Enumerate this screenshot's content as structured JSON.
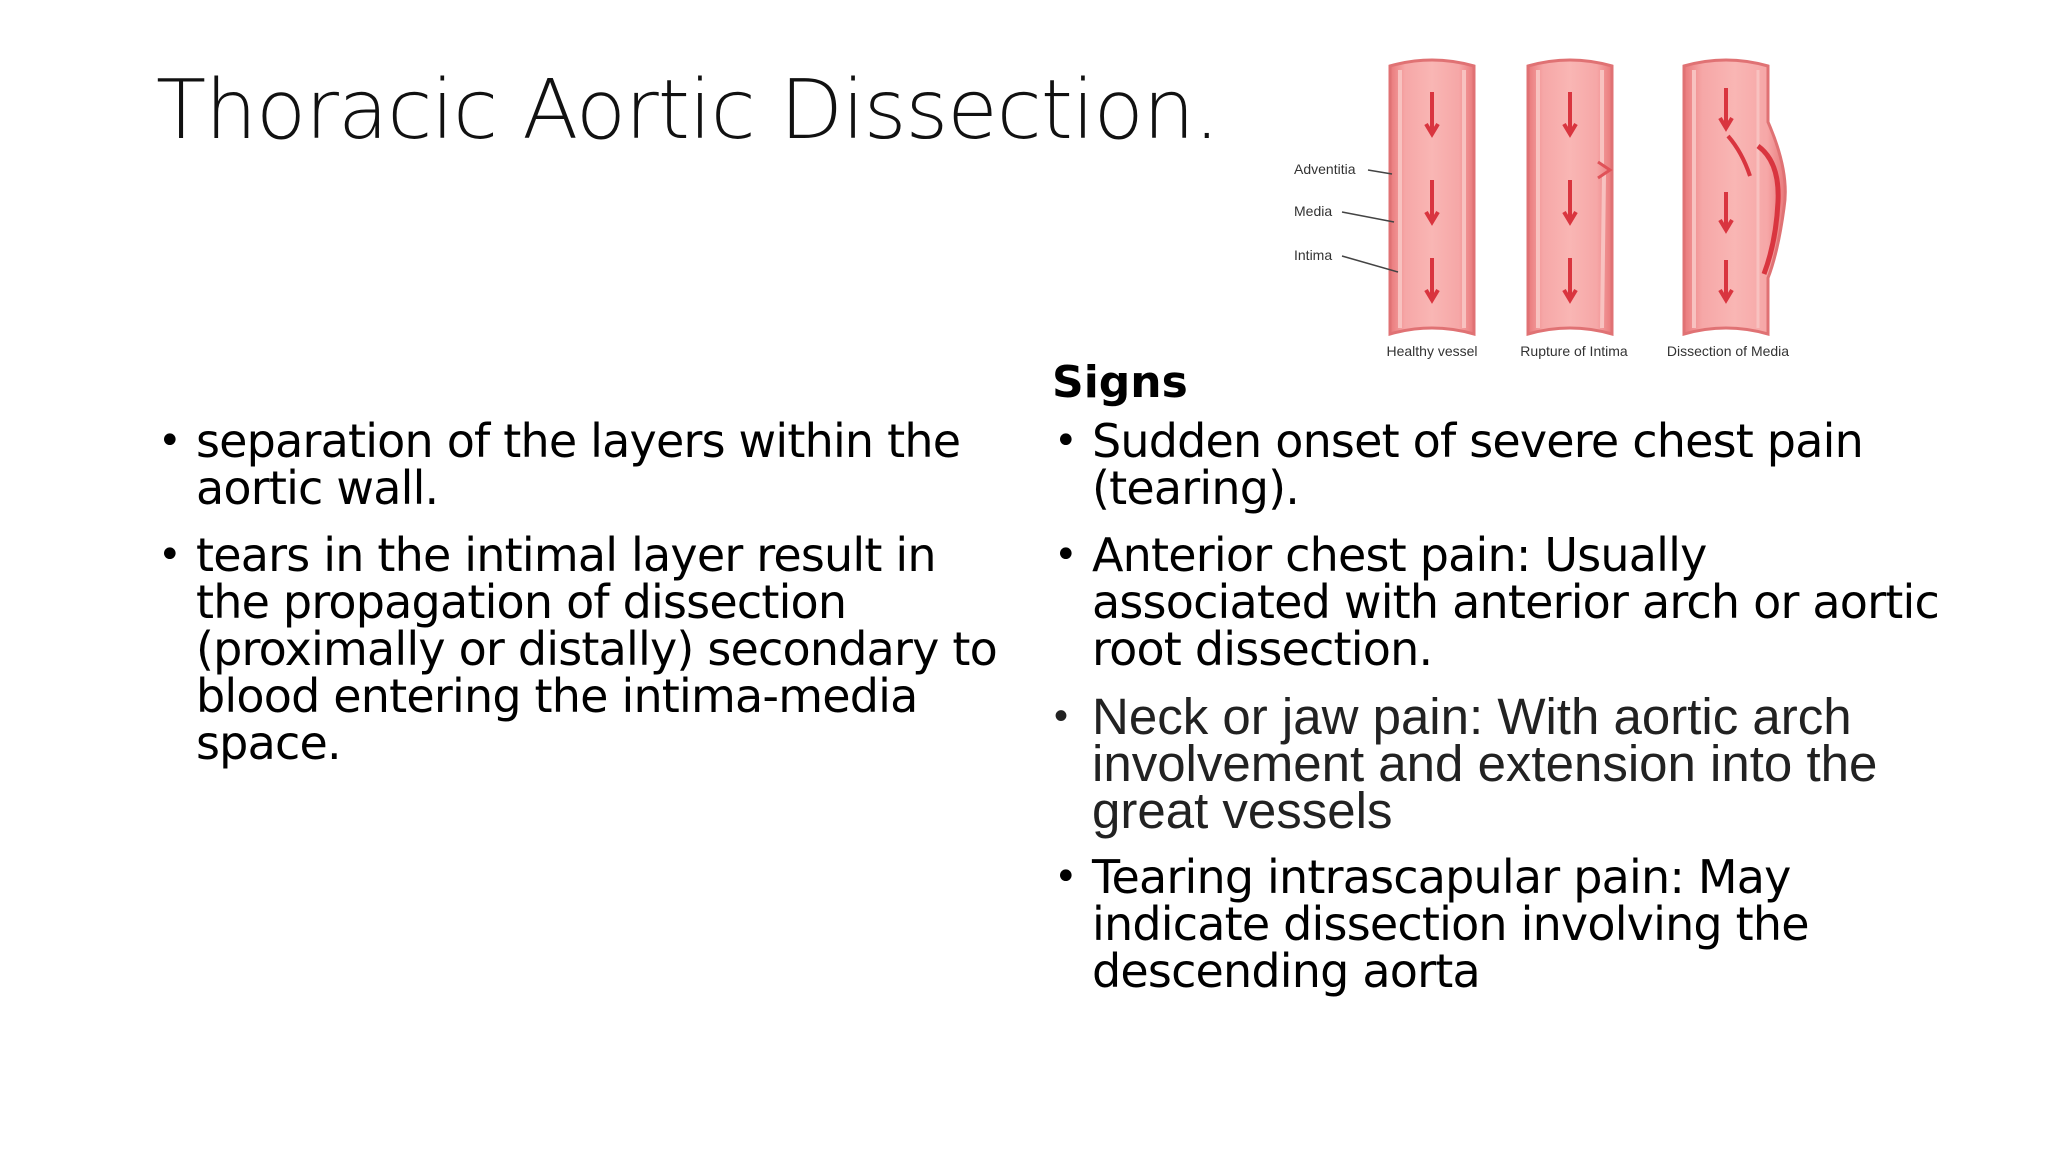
{
  "slide": {
    "title": "Thoracic Aortic Dissection."
  },
  "left_column": {
    "bullets": [
      "separation of the layers within the aortic wall.",
      "tears in the intimal layer result in the propagation of dissection (proximally or distally) secondary to blood entering the intima-media space."
    ]
  },
  "right_column": {
    "heading": "Signs",
    "bullets": [
      "Sudden onset of severe chest pain (tearing).",
      "Anterior chest pain: Usually associated with anterior arch or aortic root dissection.",
      "Neck or jaw pain: With aortic arch involvement and extension into the great vessels",
      "Tearing intrascapular pain: May indicate dissection involving the descending aorta"
    ]
  },
  "figure": {
    "layer_labels": [
      "Adventitia",
      "Media",
      "Intima"
    ],
    "vessel_captions": [
      "Healthy vessel",
      "Rupture of Intima",
      "Dissection of Media"
    ],
    "colors": {
      "vessel_outer": "#f08a8a",
      "vessel_inner": "#f6a3a3",
      "arrow": "#d9353f",
      "label": "#333333"
    }
  }
}
